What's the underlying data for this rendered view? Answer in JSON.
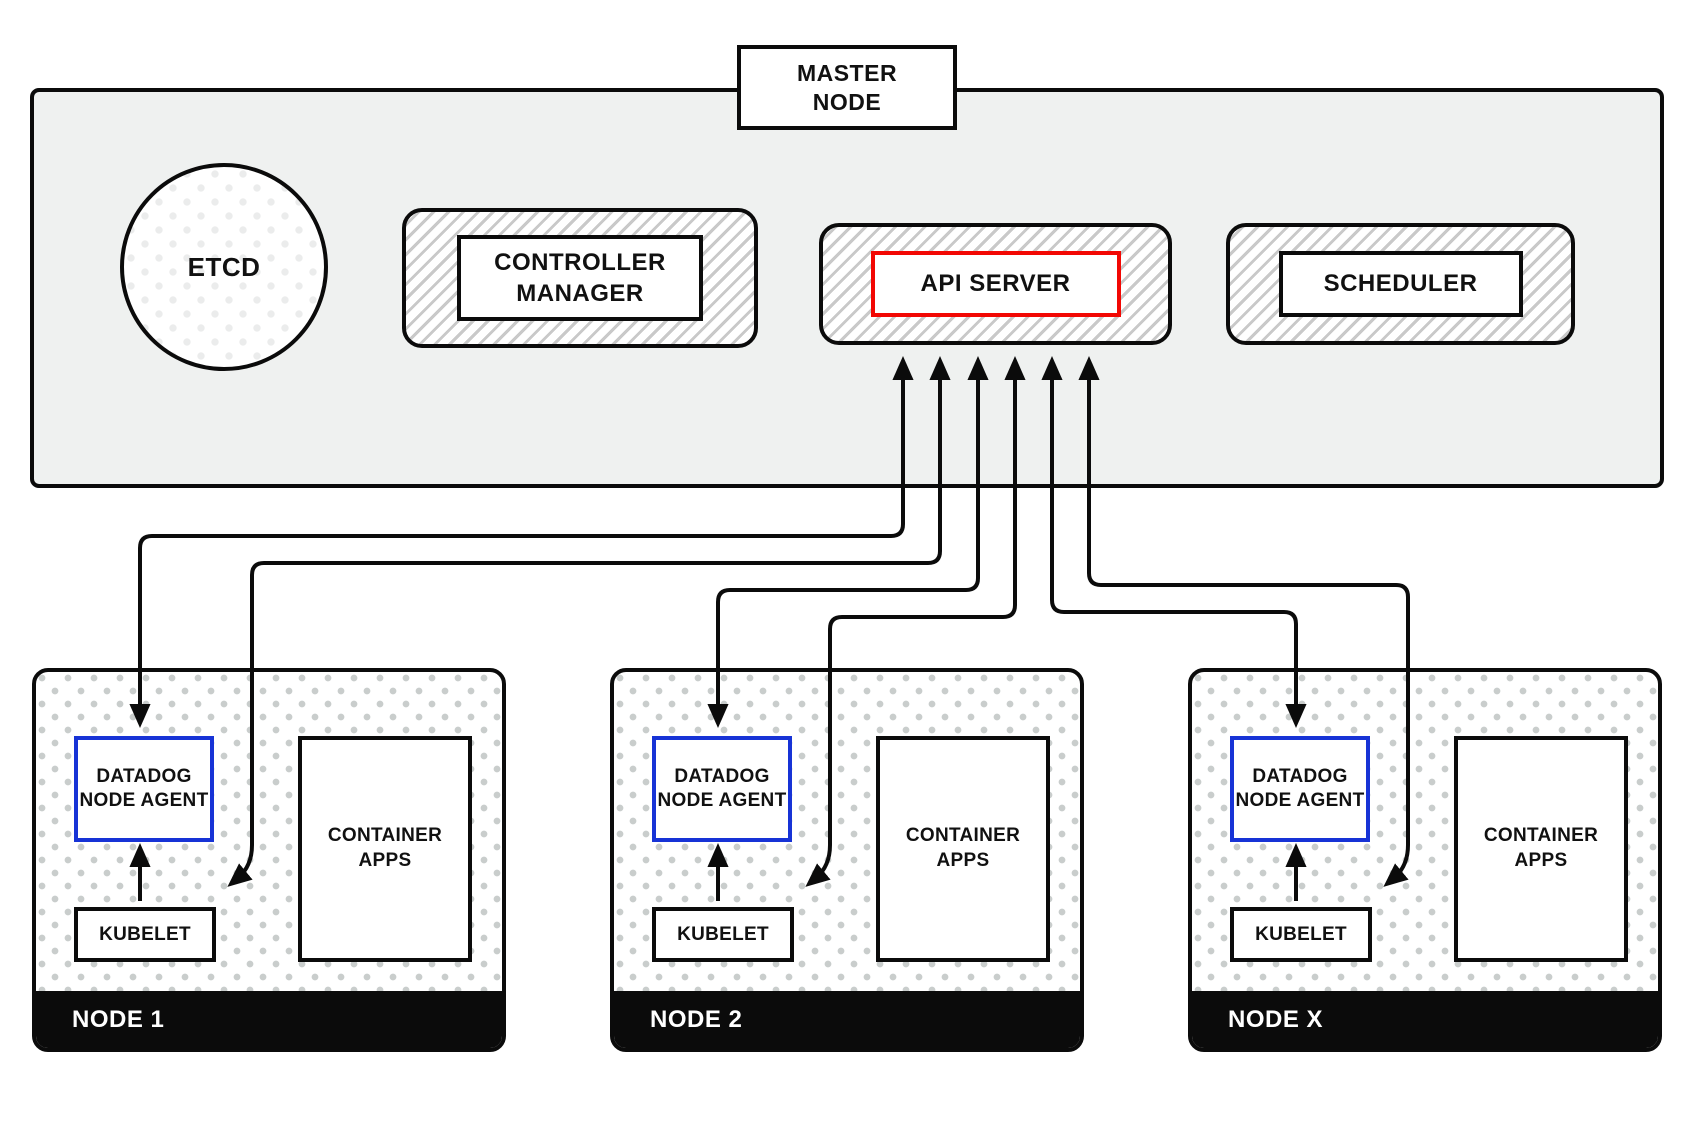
{
  "master": {
    "label": "MASTER NODE",
    "etcd": "ETCD",
    "controller_manager": "CONTROLLER MANAGER",
    "api_server": "API SERVER",
    "scheduler": "SCHEDULER"
  },
  "nodes": [
    {
      "agent": "DATADOG NODE AGENT",
      "kubelet": "KUBELET",
      "apps": "CONTAINER APPS",
      "label": "NODE 1"
    },
    {
      "agent": "DATADOG NODE AGENT",
      "kubelet": "KUBELET",
      "apps": "CONTAINER APPS",
      "label": "NODE 2"
    },
    {
      "agent": "DATADOG NODE AGENT",
      "kubelet": "KUBELET",
      "apps": "CONTAINER APPS",
      "label": "NODE X"
    }
  ],
  "connections": [
    {
      "from": "api-server",
      "to": "node-1-datadog-node-agent",
      "bidirectional": true
    },
    {
      "from": "api-server",
      "to": "node-1-kubelet",
      "bidirectional": true
    },
    {
      "from": "api-server",
      "to": "node-2-datadog-node-agent",
      "bidirectional": true
    },
    {
      "from": "api-server",
      "to": "node-2-kubelet",
      "bidirectional": true
    },
    {
      "from": "api-server",
      "to": "node-x-datadog-node-agent",
      "bidirectional": true
    },
    {
      "from": "api-server",
      "to": "node-x-kubelet",
      "bidirectional": true
    },
    {
      "from": "kubelet",
      "to": "datadog-node-agent",
      "within": "each-node",
      "direction": "up"
    }
  ],
  "colors": {
    "api_server_border": "#f20703",
    "agent_border": "#1733d6",
    "master_fill": "#eff1f0",
    "node_label_bar": "#0b0b0b",
    "line": "#0b0b0b",
    "hatch_stripe": "#c9c9c9",
    "dot_pattern": "#c9cdcc"
  }
}
